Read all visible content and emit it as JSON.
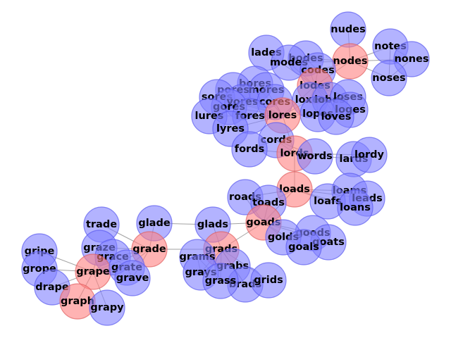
{
  "graph": {
    "node_colors": {
      "path": "#ff8080",
      "other": "#8080ff"
    },
    "edge_color": "#555555",
    "nodes": [
      {
        "label": "nudes",
        "path": false
      },
      {
        "label": "notes",
        "path": false
      },
      {
        "label": "nones",
        "path": false
      },
      {
        "label": "noses",
        "path": false
      },
      {
        "label": "nodes",
        "path": true
      },
      {
        "label": "lades",
        "path": false
      },
      {
        "label": "bodes",
        "path": false
      },
      {
        "label": "modes",
        "path": false
      },
      {
        "label": "codes",
        "path": false
      },
      {
        "label": "lodes",
        "path": true
      },
      {
        "label": "bores",
        "path": false
      },
      {
        "label": "pores",
        "path": false
      },
      {
        "label": "mores",
        "path": false
      },
      {
        "label": "sores",
        "path": false
      },
      {
        "label": "yores",
        "path": false
      },
      {
        "label": "cores",
        "path": false
      },
      {
        "label": "gores",
        "path": false
      },
      {
        "label": "loxes",
        "path": false
      },
      {
        "label": "lobes",
        "path": false
      },
      {
        "label": "loses",
        "path": false
      },
      {
        "label": "loges",
        "path": false
      },
      {
        "label": "lopes",
        "path": false
      },
      {
        "label": "loves",
        "path": false
      },
      {
        "label": "lures",
        "path": false
      },
      {
        "label": "fores",
        "path": false
      },
      {
        "label": "lores",
        "path": true
      },
      {
        "label": "lyres",
        "path": false
      },
      {
        "label": "cords",
        "path": false
      },
      {
        "label": "fords",
        "path": false
      },
      {
        "label": "lords",
        "path": true
      },
      {
        "label": "words",
        "path": false
      },
      {
        "label": "lards",
        "path": false
      },
      {
        "label": "lordy",
        "path": false
      },
      {
        "label": "loads",
        "path": true
      },
      {
        "label": "roads",
        "path": false
      },
      {
        "label": "toads",
        "path": false
      },
      {
        "label": "loams",
        "path": false
      },
      {
        "label": "leads",
        "path": false
      },
      {
        "label": "loafs",
        "path": false
      },
      {
        "label": "loans",
        "path": false
      },
      {
        "label": "goads",
        "path": true
      },
      {
        "label": "glade",
        "path": false
      },
      {
        "label": "glads",
        "path": false
      },
      {
        "label": "goods",
        "path": false
      },
      {
        "label": "golds",
        "path": false
      },
      {
        "label": "goats",
        "path": false
      },
      {
        "label": "goals",
        "path": false
      },
      {
        "label": "trade",
        "path": false
      },
      {
        "label": "grade",
        "path": true
      },
      {
        "label": "grads",
        "path": true
      },
      {
        "label": "gripe",
        "path": false
      },
      {
        "label": "graze",
        "path": false
      },
      {
        "label": "grace",
        "path": false
      },
      {
        "label": "grams",
        "path": false
      },
      {
        "label": "grope",
        "path": false
      },
      {
        "label": "grape",
        "path": true
      },
      {
        "label": "grate",
        "path": false
      },
      {
        "label": "grabs",
        "path": false
      },
      {
        "label": "brads",
        "path": false
      },
      {
        "label": "drape",
        "path": false
      },
      {
        "label": "grave",
        "path": false
      },
      {
        "label": "grays",
        "path": false
      },
      {
        "label": "grass",
        "path": false
      },
      {
        "label": "grids",
        "path": false
      },
      {
        "label": "graph",
        "path": true
      },
      {
        "label": "grapy",
        "path": false
      }
    ],
    "edges": [
      [
        "nudes",
        "nodes"
      ],
      [
        "notes",
        "nodes"
      ],
      [
        "nones",
        "nodes"
      ],
      [
        "noses",
        "nodes"
      ],
      [
        "notes",
        "nones"
      ],
      [
        "notes",
        "noses"
      ],
      [
        "nones",
        "noses"
      ],
      [
        "nodes",
        "lodes"
      ],
      [
        "nodes",
        "codes"
      ],
      [
        "nodes",
        "bodes"
      ],
      [
        "nodes",
        "modes"
      ],
      [
        "lades",
        "lodes"
      ],
      [
        "bodes",
        "lodes"
      ],
      [
        "modes",
        "lodes"
      ],
      [
        "codes",
        "lodes"
      ],
      [
        "bodes",
        "modes"
      ],
      [
        "bodes",
        "codes"
      ],
      [
        "modes",
        "codes"
      ],
      [
        "lodes",
        "lobes"
      ],
      [
        "lodes",
        "loses"
      ],
      [
        "lodes",
        "loges"
      ],
      [
        "lodes",
        "lopes"
      ],
      [
        "lodes",
        "loves"
      ],
      [
        "lodes",
        "loxes"
      ],
      [
        "lodes",
        "lores"
      ],
      [
        "lores",
        "bores"
      ],
      [
        "lores",
        "pores"
      ],
      [
        "lores",
        "mores"
      ],
      [
        "lores",
        "sores"
      ],
      [
        "lores",
        "yores"
      ],
      [
        "lores",
        "cores"
      ],
      [
        "lores",
        "gores"
      ],
      [
        "lores",
        "fores"
      ],
      [
        "lores",
        "lures"
      ],
      [
        "lores",
        "lyres"
      ],
      [
        "lores",
        "loxes"
      ],
      [
        "lores",
        "lopes"
      ],
      [
        "lores",
        "lords"
      ],
      [
        "bores",
        "mores"
      ],
      [
        "pores",
        "sores"
      ],
      [
        "cores",
        "sores"
      ],
      [
        "yores",
        "gores"
      ],
      [
        "fores",
        "gores"
      ],
      [
        "lords",
        "cords"
      ],
      [
        "lords",
        "fords"
      ],
      [
        "lords",
        "words"
      ],
      [
        "lords",
        "lards"
      ],
      [
        "lords",
        "lordy"
      ],
      [
        "cords",
        "fords"
      ],
      [
        "cords",
        "words"
      ],
      [
        "lords",
        "loads"
      ],
      [
        "loads",
        "roads"
      ],
      [
        "loads",
        "toads"
      ],
      [
        "loads",
        "loams"
      ],
      [
        "loads",
        "leads"
      ],
      [
        "loads",
        "loafs"
      ],
      [
        "loads",
        "loans"
      ],
      [
        "loads",
        "goads"
      ],
      [
        "loams",
        "loans"
      ],
      [
        "loafs",
        "loans"
      ],
      [
        "loams",
        "loafs"
      ],
      [
        "goads",
        "toads"
      ],
      [
        "goads",
        "roads"
      ],
      [
        "goads",
        "goods"
      ],
      [
        "goads",
        "golds"
      ],
      [
        "goads",
        "goats"
      ],
      [
        "goads",
        "goals"
      ],
      [
        "goads",
        "glads"
      ],
      [
        "goads",
        "grads"
      ],
      [
        "goods",
        "golds"
      ],
      [
        "goats",
        "goals"
      ],
      [
        "golds",
        "goals"
      ],
      [
        "glade",
        "glads"
      ],
      [
        "glade",
        "grade"
      ],
      [
        "grads",
        "glads"
      ],
      [
        "grads",
        "grade"
      ],
      [
        "grads",
        "grams"
      ],
      [
        "grads",
        "grabs"
      ],
      [
        "grads",
        "brads"
      ],
      [
        "grads",
        "grays"
      ],
      [
        "grads",
        "grass"
      ],
      [
        "grads",
        "grids"
      ],
      [
        "grabs",
        "brads"
      ],
      [
        "grams",
        "grays"
      ],
      [
        "grass",
        "grams"
      ],
      [
        "grade",
        "trade"
      ],
      [
        "grade",
        "graze"
      ],
      [
        "grade",
        "grace"
      ],
      [
        "grade",
        "grate"
      ],
      [
        "grade",
        "grave"
      ],
      [
        "grade",
        "grape"
      ],
      [
        "grape",
        "gripe"
      ],
      [
        "grape",
        "grope"
      ],
      [
        "grape",
        "drape"
      ],
      [
        "grape",
        "grate"
      ],
      [
        "grape",
        "grave"
      ],
      [
        "grape",
        "graze"
      ],
      [
        "grape",
        "grace"
      ],
      [
        "grape",
        "graph"
      ],
      [
        "grape",
        "grapy"
      ],
      [
        "gripe",
        "grope"
      ],
      [
        "graze",
        "grace"
      ],
      [
        "grace",
        "grate"
      ],
      [
        "grate",
        "grave"
      ]
    ]
  }
}
